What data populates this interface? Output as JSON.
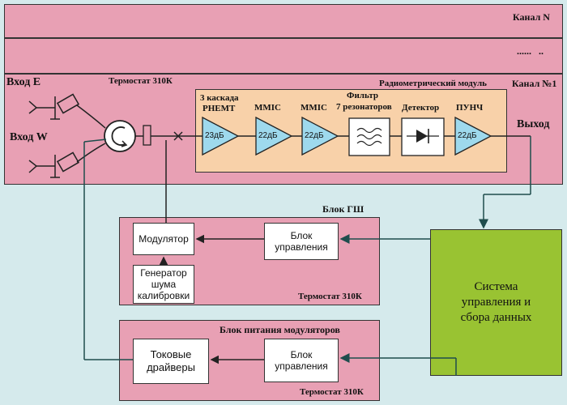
{
  "channels": {
    "channel_n": "Канал N",
    "dots": "......   ..",
    "channel_1": "Канал №1"
  },
  "inputs": {
    "input_e": "Вход E",
    "input_w": "Вход W"
  },
  "output_label": "Выход",
  "thermostat_top": "Термостат 310К",
  "radiometer": {
    "title": "Радиометрический модуль",
    "stage_phemt_line1": "3 каскада",
    "stage_phemt_line2": "PHEMT",
    "stage_mmic1": "MMIC",
    "stage_mmic2": "MMIC",
    "filter_line1": "Фильтр",
    "filter_line2": "7 резонаторов",
    "detector": "Детектор",
    "punch": "ПУНЧ",
    "gain_phemt": "23дБ",
    "gain_mmic1": "22дБ",
    "gain_mmic2": "22дБ",
    "gain_punch": "22дБ"
  },
  "noise_block": {
    "title": "Блок ГШ",
    "modulator": "Модулятор",
    "generator_line1": "Генератор",
    "generator_line2": "шума",
    "generator_line3": "калибровки",
    "control_line1": "Блок",
    "control_line2": "управления",
    "thermostat": "Термостат 310К"
  },
  "power_block": {
    "title": "Блок питания модуляторов",
    "drivers_line1": "Токовые",
    "drivers_line2": "драйверы",
    "control_line1": "Блок",
    "control_line2": "управления",
    "thermostat": "Термостат 310К"
  },
  "control_system": {
    "line1": "Система",
    "line2": "управления и",
    "line3": "сбора данных"
  },
  "colors": {
    "pink": "#e8a0b4",
    "orange": "#f8d1a9",
    "green": "#99c332",
    "background": "#d5eaec",
    "arrow_dark": "#1e4d4d"
  }
}
